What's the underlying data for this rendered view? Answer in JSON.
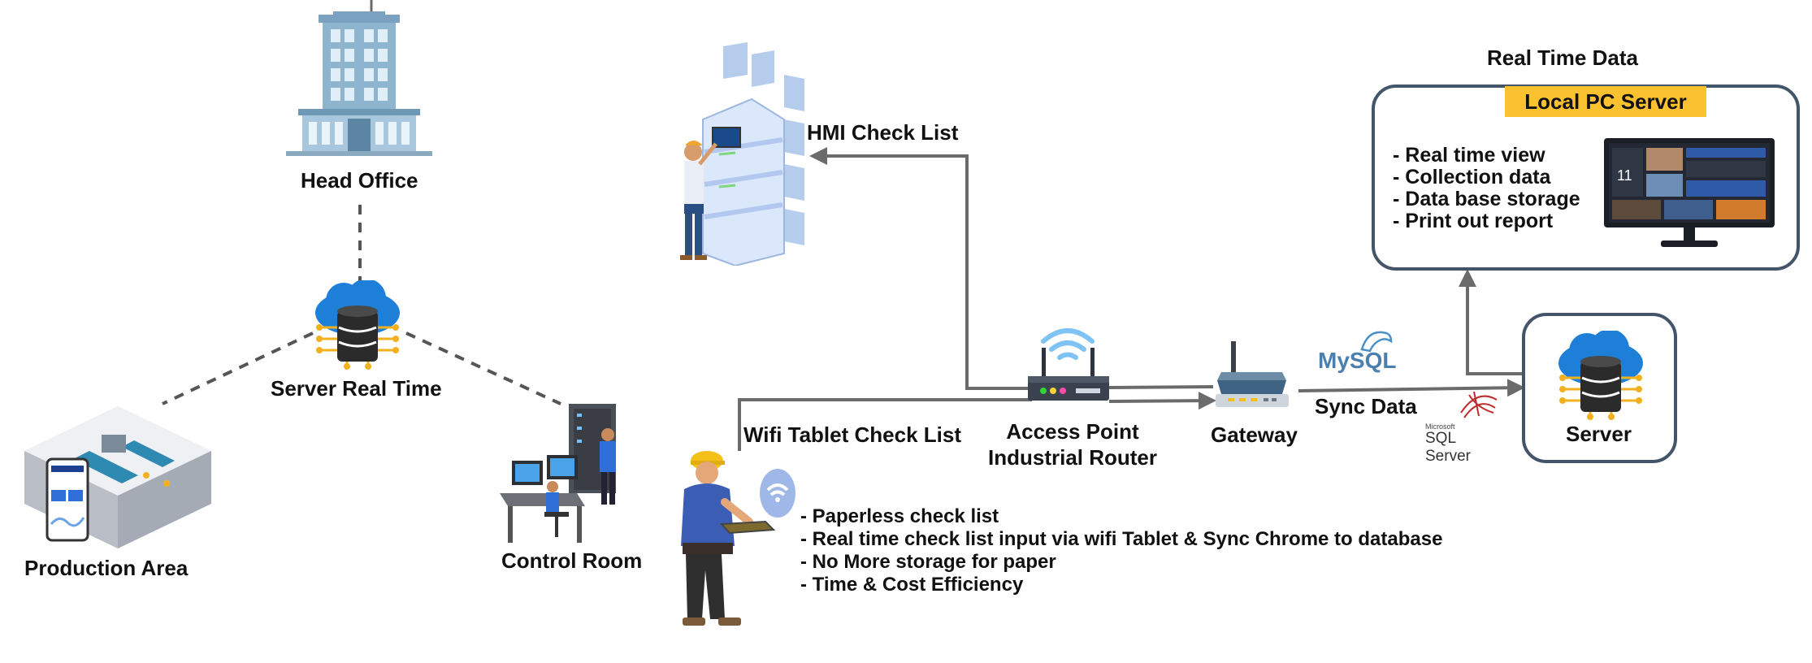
{
  "labels": {
    "head_office": "Head Office",
    "server_real_time": "Server Real Time",
    "production_area": "Production Area",
    "control_room": "Control Room",
    "hmi_check_list": "HMI Check List",
    "wifi_tablet_check_list": "Wifi Tablet Check List",
    "access_point_line1": "Access Point",
    "access_point_line2": "Industrial Router",
    "gateway": "Gateway",
    "sync_data": "Sync Data",
    "server": "Server",
    "real_time_data": "Real Time Data",
    "local_pc_server": "Local PC Server",
    "mysql_logo": "MySQL",
    "sqlserver_logo_small": "Microsoft",
    "sqlserver_logo": "SQL Server"
  },
  "local_pc_features": [
    "- Real time view",
    "- Collection data",
    "- Data base storage",
    "- Print out report"
  ],
  "tablet_features": [
    "- Paperless check list",
    "- Real time check list input via wifi Tablet & Sync Chrome to database",
    "- No More storage for paper",
    "- Time & Cost Efficiency"
  ],
  "colors": {
    "connector": "#6b6b6b",
    "box_border": "#44546a",
    "badge": "#f9c22e",
    "cloud": "#1e7fd8",
    "database": "#2b2b2b",
    "node": "#f2b11c"
  }
}
